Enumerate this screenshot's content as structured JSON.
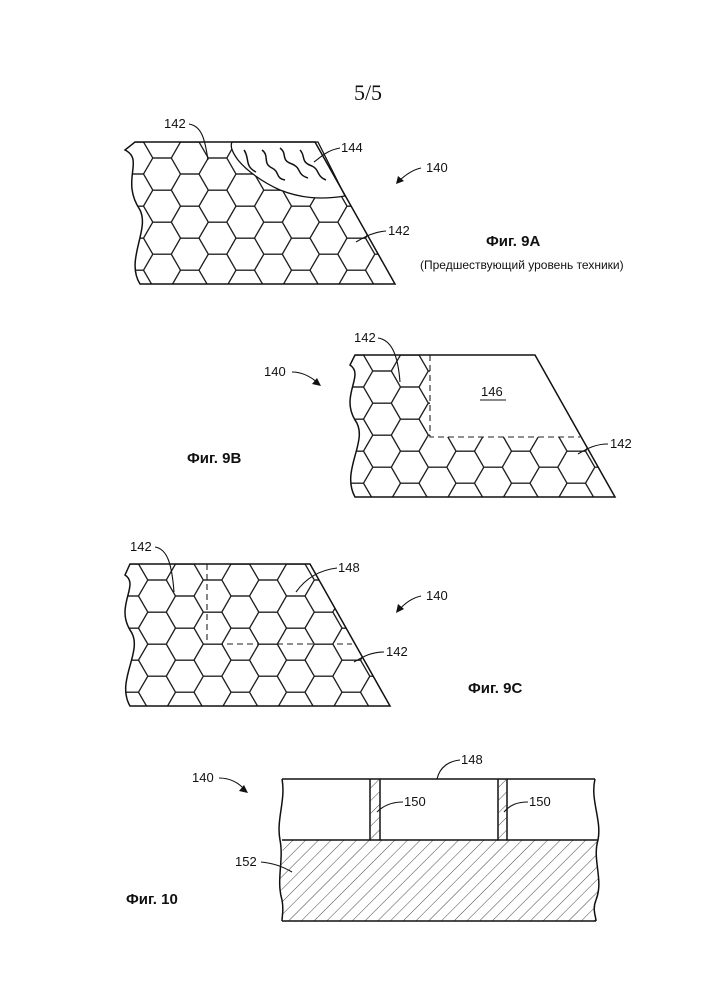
{
  "sheet_number": "5/5",
  "figures": {
    "fig9a": {
      "title": "Фиг. 9А",
      "subtitle": "(Предшествующий уровень техники)",
      "labels": {
        "assembly": "140",
        "cells_top": "142",
        "cells_right": "142",
        "damage": "144"
      }
    },
    "fig9b": {
      "title": "Фиг. 9В",
      "labels": {
        "assembly": "140",
        "cells_top": "142",
        "cells_right": "142",
        "removed_region": "146"
      }
    },
    "fig9c": {
      "title": "Фиг. 9С",
      "labels": {
        "assembly": "140",
        "cells_left": "142",
        "cells_right": "142",
        "plug": "148"
      }
    },
    "fig10": {
      "title": "Фиг. 10",
      "labels": {
        "assembly": "140",
        "top": "148",
        "gap_left": "150",
        "gap_right": "150",
        "base": "152"
      }
    }
  },
  "colors": {
    "ink": "#111111",
    "background": "#ffffff"
  }
}
